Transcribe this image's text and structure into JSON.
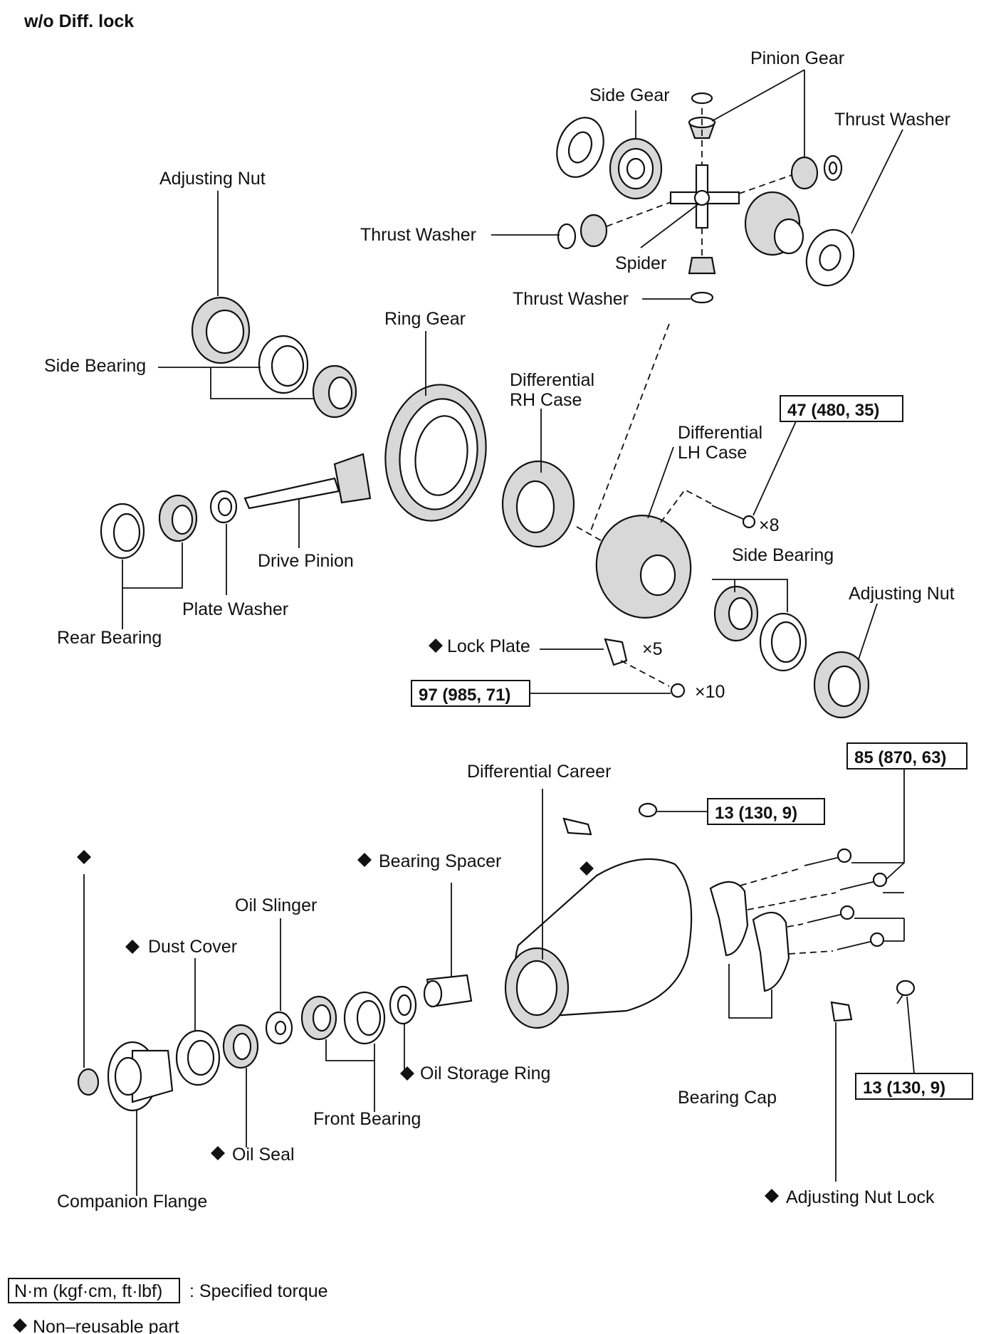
{
  "header": "w/o Diff. lock",
  "labels": {
    "pinion_gear": "Pinion Gear",
    "side_gear": "Side Gear",
    "thrust_washer_top_right": "Thrust Washer",
    "adjusting_nut_left": "Adjusting Nut",
    "thrust_washer_left": "Thrust Washer",
    "spider": "Spider",
    "thrust_washer_bottom": "Thrust Washer",
    "ring_gear": "Ring Gear",
    "side_bearing_left": "Side Bearing",
    "diff_rh_case_1": "Differential",
    "diff_rh_case_2": "RH Case",
    "diff_lh_case_1": "Differential",
    "diff_lh_case_2": "LH Case",
    "drive_pinion": "Drive Pinion",
    "side_bearing_right": "Side Bearing",
    "adjusting_nut_right": "Adjusting Nut",
    "plate_washer": "Plate Washer",
    "rear_bearing": "Rear Bearing",
    "lock_plate": "Lock Plate",
    "differential_career": "Differential Career",
    "bearing_spacer": "Bearing Spacer",
    "oil_slinger": "Oil Slinger",
    "dust_cover": "Dust Cover",
    "oil_storage_ring": "Oil Storage Ring",
    "front_bearing": "Front Bearing",
    "oil_seal": "Oil Seal",
    "companion_flange": "Companion Flange",
    "bearing_cap": "Bearing Cap",
    "adjusting_nut_lock": "Adjusting Nut Lock"
  },
  "quantities": {
    "case_bolts": "×8",
    "lock_plate": "×5",
    "ring_gear_bolts": "×10"
  },
  "torques": {
    "case_bolt": "47 (480, 35)",
    "ring_gear_bolt": "97 (985, 71)",
    "bearing_cap_bolt": "85 (870, 63)",
    "upper_bolt": "13 (130, 9)",
    "lower_bolt": "13 (130, 9)"
  },
  "legend": {
    "torque_unit": "N·m (kgf·cm, ft·lbf)",
    "torque_desc": ": Specified torque",
    "nonreusable_desc": "Non–reusable part"
  },
  "symbols": {
    "nonreusable": "diamond-icon"
  }
}
